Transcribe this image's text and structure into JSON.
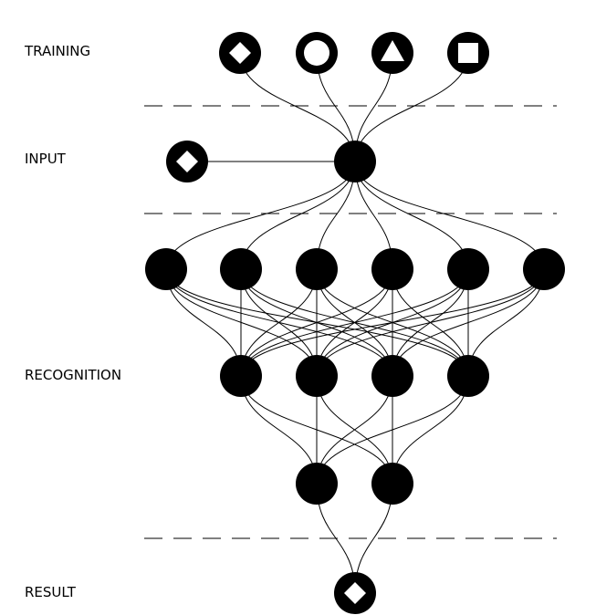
{
  "stage_labels": {
    "training": "TRAINING",
    "input": "INPUT",
    "recognition": "RECOGNITION",
    "result": "RESULT"
  },
  "training_shapes": [
    "diamond",
    "circle",
    "triangle",
    "square"
  ],
  "input_sample_shape": "diamond",
  "result_shape": "diamond",
  "network_layer_sizes": [
    1,
    6,
    4,
    2,
    1
  ],
  "colors": {
    "node": "#000000",
    "glyph": "#ffffff",
    "line": "#000000",
    "background": "#ffffff"
  },
  "icons": {
    "diamond": "diamond-icon",
    "circle": "circle-icon",
    "triangle": "triangle-icon",
    "square": "square-icon"
  }
}
